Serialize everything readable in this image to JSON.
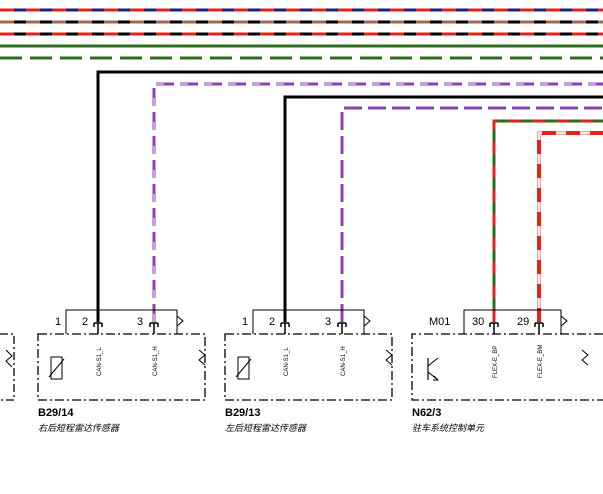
{
  "components": [
    {
      "code": "B29/14",
      "name": "右后短程雷达传感器",
      "pins": [
        "1",
        "2",
        "3"
      ],
      "signals": [
        "CAN-S1_L",
        "CAN-S1_H"
      ]
    },
    {
      "code": "B29/13",
      "name": "左后短程雷达传感器",
      "pins": [
        "1",
        "2",
        "3"
      ],
      "signals": [
        "CAN-S1_L",
        "CAN-S1_H"
      ]
    },
    {
      "code": "N62/3",
      "name": "驻车系统控制单元",
      "connector": "M01",
      "pins": [
        "30",
        "29"
      ],
      "signals": [
        "FLEX-E_BP",
        "FLEX-E_BM"
      ]
    }
  ],
  "wire_colors": {
    "black": "#000000",
    "violet": "#8e3fb0",
    "red": "#e2231a",
    "green": "#2e6b1e",
    "brown": "#a0674b",
    "blue": "#1a237e",
    "pink": "#f2a7a2",
    "white": "#ffffff"
  }
}
